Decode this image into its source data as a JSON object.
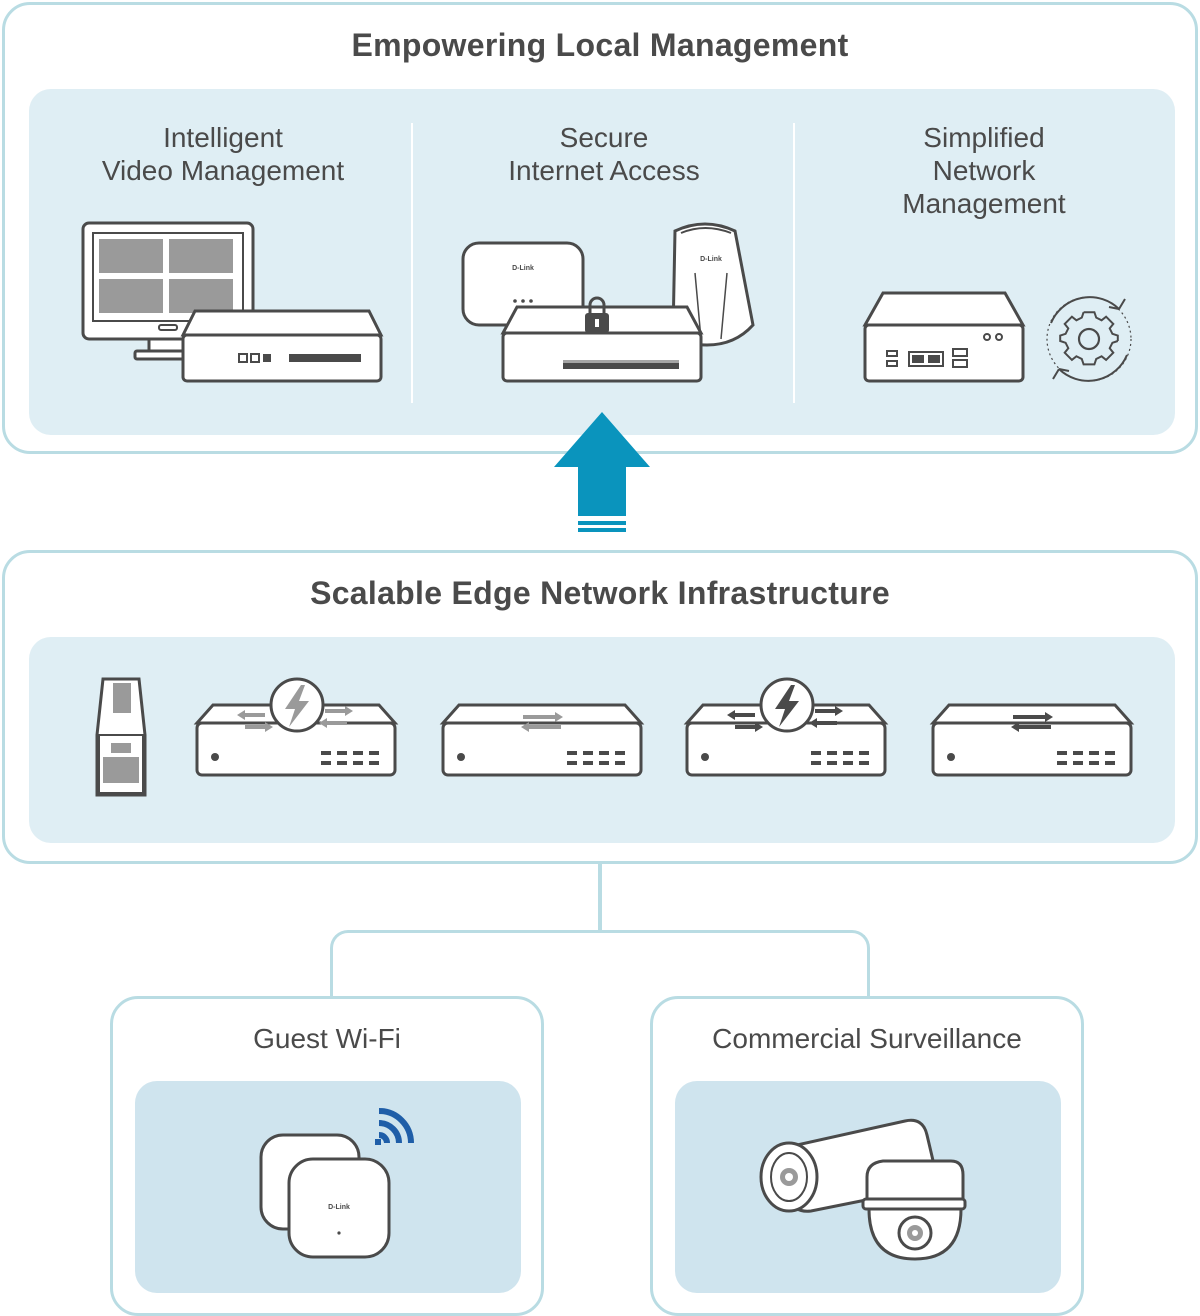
{
  "top_panel": {
    "title": "Empowering Local Management",
    "columns": [
      {
        "label": "Intelligent\nVideo Management",
        "icon": "monitor-nvr-icon"
      },
      {
        "label": "Secure\nInternet Access",
        "icon": "secure-router-icon"
      },
      {
        "label": "Simplified\nNetwork\nManagement",
        "icon": "managed-appliance-icon"
      }
    ],
    "device_brand": "D-Link"
  },
  "middle_panel": {
    "title": "Scalable Edge Network Infrastructure",
    "devices": [
      "sfp-transceiver-icon",
      "poe-switch-icon",
      "switch-icon",
      "poe-switch-icon",
      "switch-icon"
    ]
  },
  "bottom_cards": [
    {
      "label": "Guest Wi-Fi",
      "icon": "access-point-wifi-icon",
      "brand": "D-Link"
    },
    {
      "label": "Commercial Surveillance",
      "icon": "security-camera-icon"
    }
  ],
  "colors": {
    "panel_border": "#b9dce3",
    "panel_fill": "#dfeef4",
    "arrow": "#0a94bd",
    "wifi": "#1f5ea8",
    "device_stroke": "#4a4a4a"
  }
}
